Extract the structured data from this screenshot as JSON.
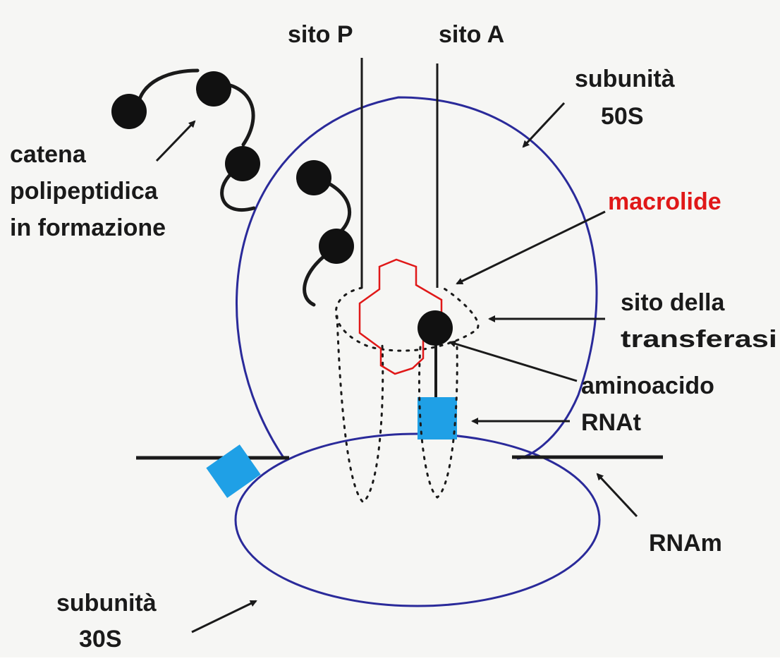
{
  "labels": {
    "site_p": "sito P",
    "site_a": "sito A",
    "subunit_50s_line1": "subunità",
    "subunit_50s_line2": "50S",
    "chain_line1": "catena",
    "chain_line2": "polipeptidica",
    "chain_line3": "in formazione",
    "macrolide": "macrolide",
    "transferase_line1": "sito della",
    "transferase_line2": "transferasi",
    "aminoacid": "aminoacido",
    "trna": "RNAt",
    "mrna": "RNAm",
    "subunit_30s_line1": "subunità",
    "subunit_30s_line2": "30S"
  },
  "colors": {
    "background": "#f6f6f4",
    "ink": "#1a1a1a",
    "subunit_outline": "#2a2a9a",
    "macrolide": "#e01818",
    "trna_block": "#1fa0e6"
  }
}
